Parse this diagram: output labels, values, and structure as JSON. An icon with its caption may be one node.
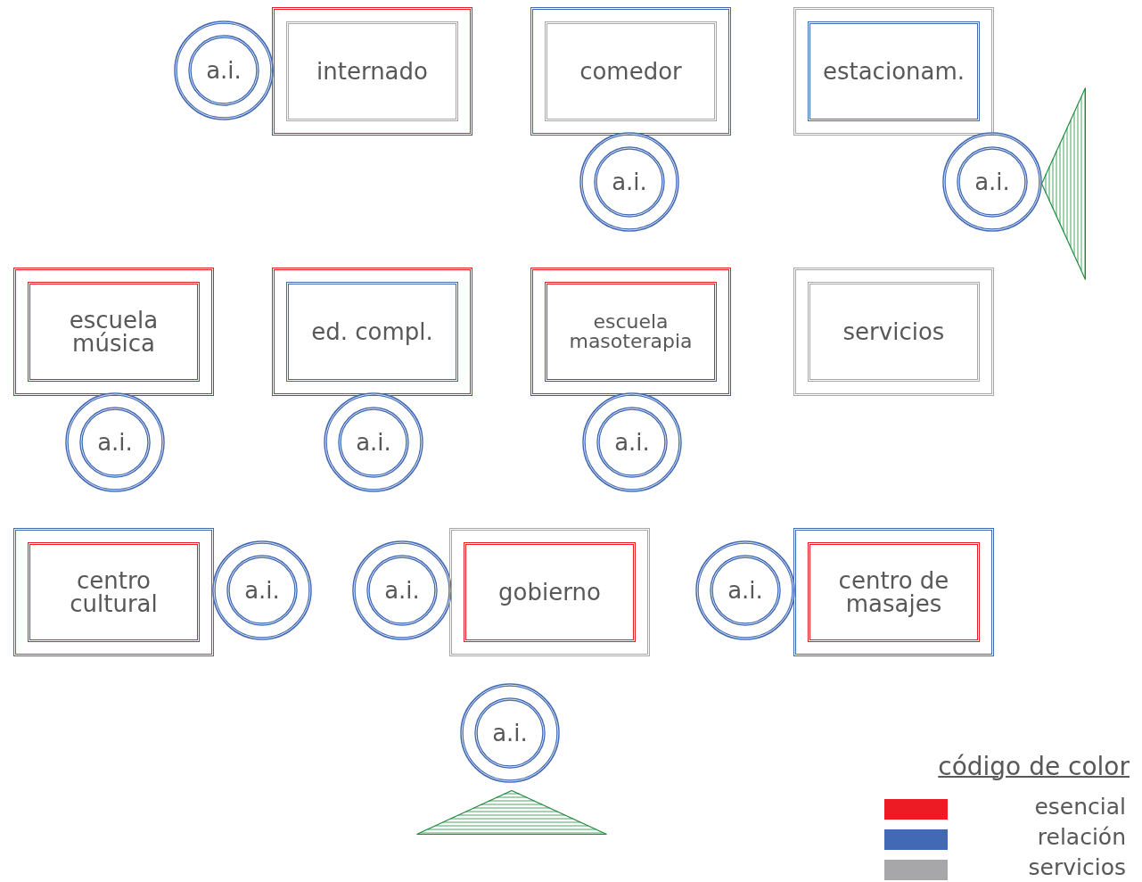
{
  "diagram": {
    "nodes": [
      {
        "text": [
          "a.i."
        ]
      },
      {
        "text": [
          "internado"
        ]
      },
      {
        "text": [
          "comedor"
        ]
      },
      {
        "text": [
          "estacionam."
        ]
      },
      {
        "text": [
          "a.i."
        ]
      },
      {
        "text": [
          "a.i."
        ]
      },
      {
        "text": [],
        "shape": "triangle"
      },
      {
        "text": [
          "escuela música"
        ]
      },
      {
        "text": [
          "ed. compl."
        ]
      },
      {
        "text": [
          "escuela masoterapia"
        ]
      },
      {
        "text": [
          "servicios"
        ]
      },
      {
        "text": [
          "a.i."
        ]
      },
      {
        "text": [
          "a.i."
        ]
      },
      {
        "text": [
          "a.i."
        ]
      },
      {
        "text": [
          "centro cultural"
        ]
      },
      {
        "text": [
          "a.i."
        ]
      },
      {
        "text": [
          "a.i."
        ]
      },
      {
        "text": [
          "gobierno"
        ]
      },
      {
        "text": [
          "a.i."
        ]
      },
      {
        "text": [
          "centro de masajes"
        ]
      },
      {
        "text": [
          "a.i."
        ]
      },
      {
        "text": [],
        "shape": "triangle"
      }
    ],
    "labels": [
      "código de color"
    ],
    "legend": [
      {
        "text": "esencial",
        "color": "#ed1c24"
      },
      {
        "text": "relación",
        "color": "#4169b4"
      },
      {
        "text": "servicios",
        "color": "#a7a7a9"
      }
    ]
  }
}
